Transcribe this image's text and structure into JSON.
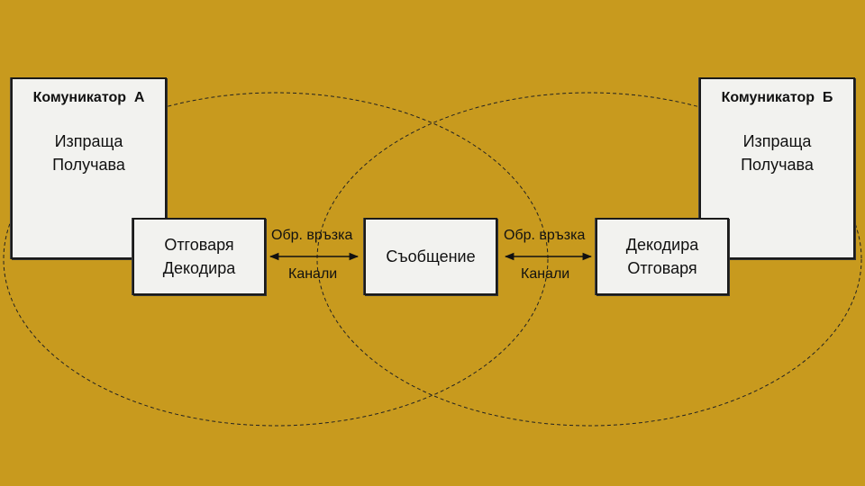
{
  "communicator_a": {
    "title": "Комуникатор  А",
    "lines": [
      "Изпраща",
      "Получава"
    ]
  },
  "communicator_b": {
    "title": "Комуникатор  Б",
    "lines": [
      "Изпраща",
      "Получава"
    ]
  },
  "box_left": {
    "lines": [
      "Отговаря",
      "Декодира"
    ]
  },
  "message": {
    "label": "Съобщение"
  },
  "box_right": {
    "lines": [
      "Декодира",
      "Отговаря"
    ]
  },
  "link_left": {
    "top": "Обр. връзка",
    "bottom": "Канали"
  },
  "link_right": {
    "top": "Обр. връзка",
    "bottom": "Канали"
  },
  "colors": {
    "background": "#c89a1e",
    "box": "#f2f2ef",
    "stroke": "#1a1a1a"
  }
}
